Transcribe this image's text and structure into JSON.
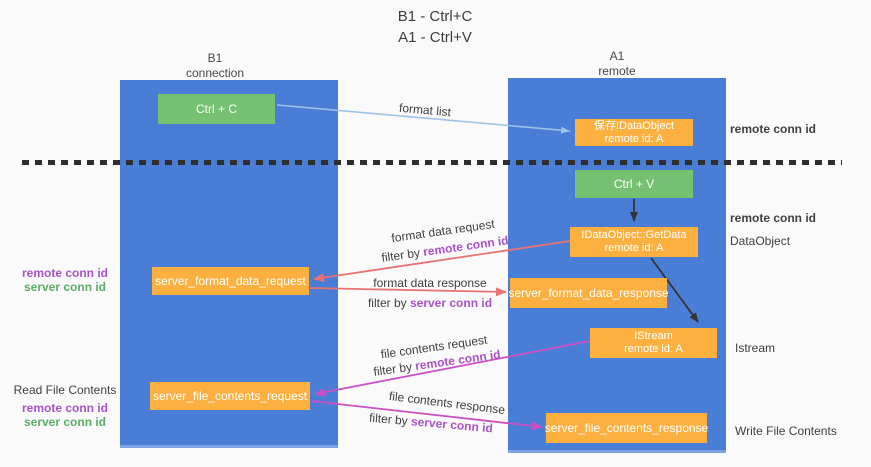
{
  "title": {
    "line1": "B1 - Ctrl+C",
    "line2": "A1 - Ctrl+V"
  },
  "columns": {
    "left": {
      "name": "B1",
      "role": "connection"
    },
    "right": {
      "name": "A1",
      "role": "remote"
    }
  },
  "boxes": {
    "ctrl_c": {
      "label": "Ctrl + C"
    },
    "ctrl_v": {
      "label": "Ctrl + V"
    },
    "save_dataobject": {
      "line1": "保存IDataObject",
      "line2": "remote id: A"
    },
    "getdata": {
      "line1": "IDataObject::GetData",
      "line2": "remote id: A"
    },
    "istream": {
      "line1": "IStream",
      "line2": "remote id: A"
    },
    "format_request": {
      "label": "server_format_data_request"
    },
    "format_response": {
      "label": "server_format_data_response"
    },
    "file_request": {
      "label": "server_file_contents_request"
    },
    "file_response": {
      "label": "server_file_contents_response"
    }
  },
  "arrow_labels": {
    "format_list": {
      "label": "format list"
    },
    "format_data_request": {
      "label": "format data request",
      "filter_prefix": "filter by ",
      "filter_key": "remote conn id"
    },
    "format_data_response": {
      "label": "format data response",
      "filter_prefix": "filter by ",
      "filter_key": "server conn id"
    },
    "file_contents_request": {
      "label": "file contents request",
      "filter_prefix": "filter by ",
      "filter_key": "remote conn id"
    },
    "file_contents_response": {
      "label": "file contents response",
      "filter_prefix": "filter by ",
      "filter_key": "server conn id"
    }
  },
  "side_labels": {
    "right_top_remote_conn": "remote conn id",
    "right_mid_remote_conn": "remote conn id",
    "right_dataobject": "DataObject",
    "right_istream": "Istream",
    "right_write_file": "Write File Contents",
    "left_mid": {
      "remote": "remote conn id",
      "server": "server conn id"
    },
    "left_read_file": "Read File Contents",
    "left_bottom": {
      "remote": "remote conn id",
      "server": "server conn id"
    }
  },
  "colors": {
    "background": "#fafafa",
    "column_fill": "#4a7ed6",
    "box_orange": "#fbb040",
    "box_green": "#77c173",
    "arrow_blue": "#9dc3e6",
    "arrow_red": "#e97373",
    "arrow_magenta": "#cc4fc4",
    "arrow_black": "#333333",
    "text_purple": "#a952c9",
    "text_green": "#5bad68",
    "dash_line": "#2e2e2e"
  }
}
